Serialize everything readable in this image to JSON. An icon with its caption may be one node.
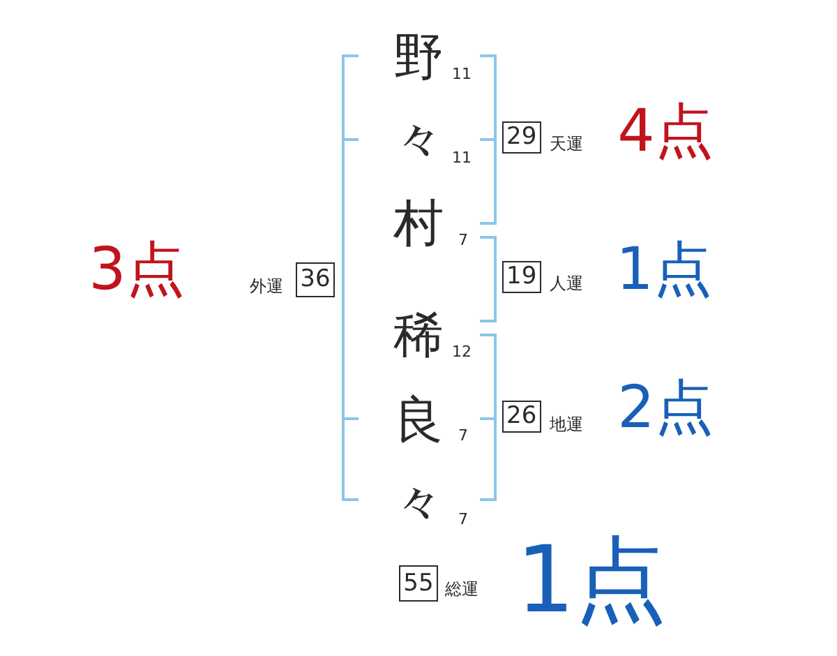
{
  "diagram": {
    "nodes": [
      {
        "text": [
          "29"
        ],
        "beside": [
          "天運",
          "4点"
        ]
      },
      {
        "text": [
          "36"
        ],
        "beside": [
          "外運",
          "3点"
        ]
      },
      {
        "text": [
          "19"
        ],
        "beside": [
          "人運",
          "1点"
        ]
      },
      {
        "text": [
          "26"
        ],
        "beside": [
          "地運",
          "2点"
        ]
      },
      {
        "text": [
          "55"
        ],
        "beside": [
          "総運",
          "1点"
        ]
      }
    ],
    "labels": [
      "野",
      "11",
      "々",
      "11",
      "村",
      "7",
      "稀",
      "12",
      "良",
      "7",
      "々",
      "7"
    ]
  }
}
